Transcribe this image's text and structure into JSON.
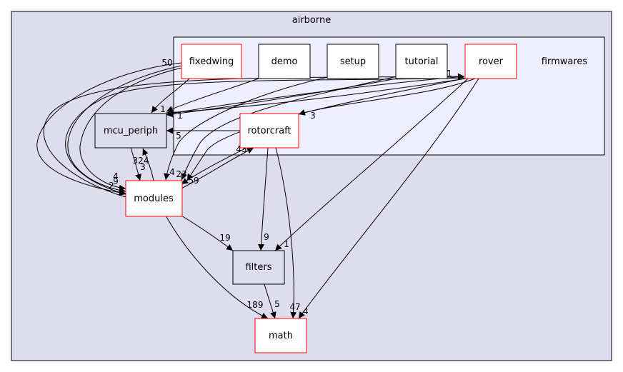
{
  "clusters": {
    "outer": {
      "label": "airborne",
      "fill": "#ddddee",
      "stroke": "#000000"
    },
    "inner": {
      "label": "firmwares",
      "fill": "#eeeeff",
      "stroke": "#000000"
    }
  },
  "nodes": {
    "fixedwing": {
      "label": "fixedwing",
      "border": "#ff0000"
    },
    "demo": {
      "label": "demo",
      "border": "#000000"
    },
    "setup": {
      "label": "setup",
      "border": "#000000"
    },
    "tutorial": {
      "label": "tutorial",
      "border": "#000000"
    },
    "rover": {
      "label": "rover",
      "border": "#ff0000"
    },
    "rotorcraft": {
      "label": "rotorcraft",
      "border": "#ff0000"
    },
    "mcu_periph": {
      "label": "mcu_periph",
      "border": "#000000"
    },
    "modules": {
      "label": "modules",
      "border": "#ff0000"
    },
    "filters": {
      "label": "filters",
      "border": "#000000"
    },
    "math": {
      "label": "math",
      "border": "#ff0000"
    }
  },
  "edge_labels": {
    "fixedwing_modules": "50",
    "to_mcu_a": "1",
    "to_mcu_b": "1",
    "rotor_mcu": "5",
    "to_rover": "1",
    "rover_rotor": "3",
    "rotor_modules": "43",
    "modules_rotor": "59",
    "mcu_modules": "324",
    "modules_mcu": "3",
    "to_modules_a": "4",
    "to_modules_b": "9",
    "to_modules_c": "2",
    "to_modules_d": "4",
    "to_modules_e": "23",
    "modules_filters": "19",
    "rotor_filters": "9",
    "rover_filters": "1",
    "modules_math": "189",
    "filters_math": "5",
    "rotor_math": "47",
    "rover_math": "4"
  },
  "colors": {
    "node_fill_white": "#ffffff",
    "node_fill_periph": "#eeeeff",
    "edge": "#000000"
  }
}
